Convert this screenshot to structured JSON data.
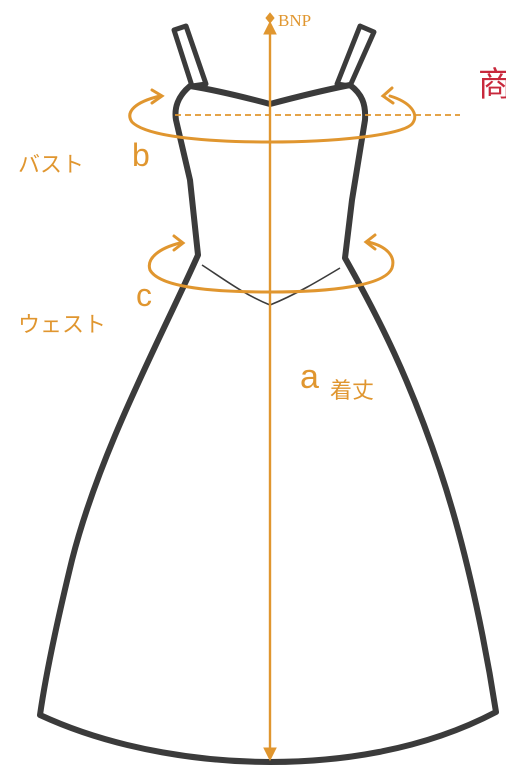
{
  "colors": {
    "accent": "#E0962F",
    "outline": "#3b3b3b",
    "red": "#C8283C"
  },
  "labels": {
    "bnp": "BNP",
    "cut_text": "商",
    "bust": "バスト",
    "waist": "ウェスト",
    "length": "着丈",
    "letter_a": "a",
    "letter_b": "b",
    "letter_c": "c"
  }
}
